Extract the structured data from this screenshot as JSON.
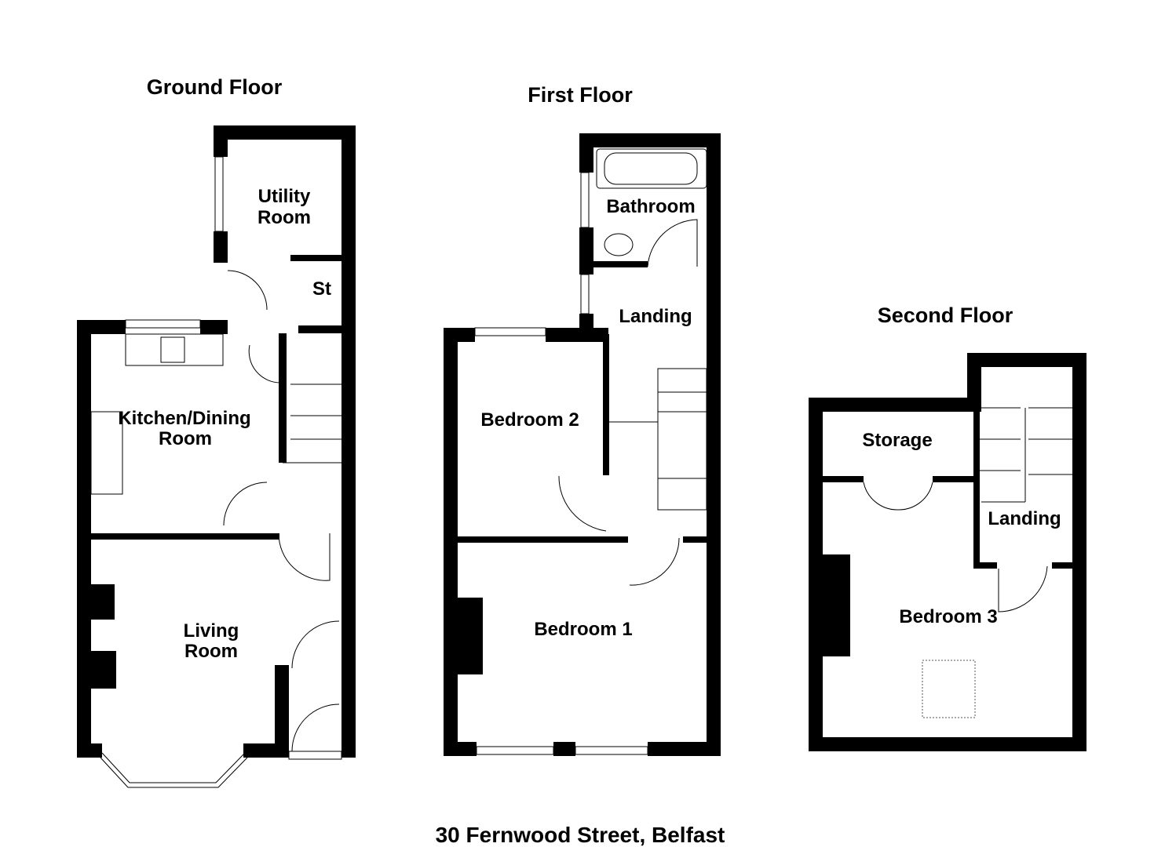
{
  "title": "30 Fernwood Street, Belfast",
  "floors": [
    {
      "name": "Ground Floor",
      "rooms": [
        "Utility",
        "Room",
        "St",
        "Kitchen/Dining",
        "Room",
        "Living",
        "Room"
      ]
    },
    {
      "name": "First Floor",
      "rooms": [
        "Bathroom",
        "Landing",
        "Bedroom 2",
        "Bedroom 1"
      ]
    },
    {
      "name": "Second Floor",
      "rooms": [
        "Storage",
        "Landing",
        "Bedroom 3"
      ]
    }
  ],
  "colors": {
    "wall": "#000000",
    "background": "#ffffff"
  }
}
